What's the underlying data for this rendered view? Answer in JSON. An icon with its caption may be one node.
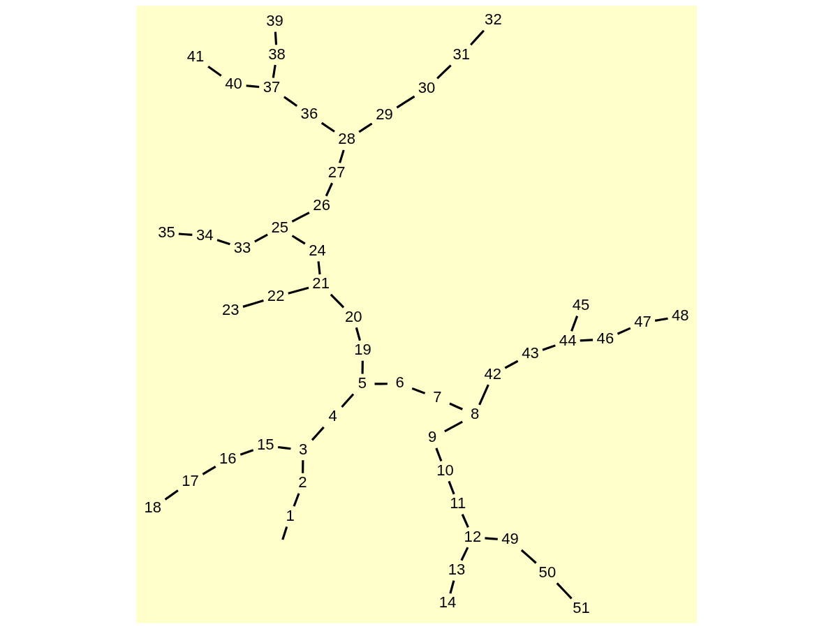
{
  "diagram": {
    "nodes": [
      {
        "text": [
          "1"
        ]
      },
      {
        "text": [
          "2"
        ]
      },
      {
        "text": [
          "3"
        ]
      },
      {
        "text": [
          "4"
        ]
      },
      {
        "text": [
          "5"
        ]
      },
      {
        "text": [
          "6"
        ]
      },
      {
        "text": [
          "7"
        ]
      },
      {
        "text": [
          "8"
        ]
      },
      {
        "text": [
          "9"
        ]
      },
      {
        "text": [
          "10"
        ]
      },
      {
        "text": [
          "11"
        ]
      },
      {
        "text": [
          "12"
        ]
      },
      {
        "text": [
          "13"
        ]
      },
      {
        "text": [
          "14"
        ]
      },
      {
        "text": [
          "15"
        ]
      },
      {
        "text": [
          "16"
        ]
      },
      {
        "text": [
          "17"
        ]
      },
      {
        "text": [
          "18"
        ]
      },
      {
        "text": [
          "19"
        ]
      },
      {
        "text": [
          "20"
        ]
      },
      {
        "text": [
          "21"
        ]
      },
      {
        "text": [
          "22"
        ]
      },
      {
        "text": [
          "23"
        ]
      },
      {
        "text": [
          "24"
        ]
      },
      {
        "text": [
          "25"
        ]
      },
      {
        "text": [
          "26"
        ]
      },
      {
        "text": [
          "27"
        ]
      },
      {
        "text": [
          "28"
        ]
      },
      {
        "text": [
          "29"
        ]
      },
      {
        "text": [
          "30"
        ]
      },
      {
        "text": [
          "31"
        ]
      },
      {
        "text": [
          "32"
        ]
      },
      {
        "text": [
          "33"
        ]
      },
      {
        "text": [
          "34"
        ]
      },
      {
        "text": [
          "35"
        ]
      },
      {
        "text": [
          "36"
        ]
      },
      {
        "text": [
          "37"
        ]
      },
      {
        "text": [
          "38"
        ]
      },
      {
        "text": [
          "39"
        ]
      },
      {
        "text": [
          "40"
        ]
      },
      {
        "text": [
          "41"
        ]
      },
      {
        "text": [
          "42"
        ]
      },
      {
        "text": [
          "43"
        ]
      },
      {
        "text": [
          "44"
        ]
      },
      {
        "text": [
          "45"
        ]
      },
      {
        "text": [
          "46"
        ]
      },
      {
        "text": [
          "47"
        ]
      },
      {
        "text": [
          "48"
        ]
      },
      {
        "text": [
          "49"
        ]
      },
      {
        "text": [
          "50"
        ]
      },
      {
        "text": [
          "51"
        ]
      }
    ],
    "edges": [
      {
        "from": null,
        "to": 0,
        "arrow": "none"
      },
      {
        "from": 0,
        "to": 1,
        "arrow": "none"
      },
      {
        "from": 1,
        "to": 2,
        "arrow": "none"
      },
      {
        "from": 2,
        "to": 3,
        "arrow": "none"
      },
      {
        "from": 3,
        "to": 4,
        "arrow": "none"
      },
      {
        "from": 4,
        "to": 5,
        "arrow": "none"
      },
      {
        "from": 5,
        "to": 6,
        "arrow": "none"
      },
      {
        "from": 6,
        "to": 7,
        "arrow": "none"
      },
      {
        "from": 7,
        "to": 8,
        "arrow": "none"
      },
      {
        "from": 8,
        "to": 9,
        "arrow": "none"
      },
      {
        "from": 9,
        "to": 10,
        "arrow": "none"
      },
      {
        "from": 10,
        "to": 11,
        "arrow": "none"
      },
      {
        "from": 11,
        "to": 12,
        "arrow": "none"
      },
      {
        "from": 12,
        "to": 13,
        "arrow": "none"
      },
      {
        "from": 2,
        "to": 14,
        "arrow": "none"
      },
      {
        "from": 14,
        "to": 15,
        "arrow": "none"
      },
      {
        "from": 15,
        "to": 16,
        "arrow": "none"
      },
      {
        "from": 16,
        "to": 17,
        "arrow": "none"
      },
      {
        "from": 4,
        "to": 18,
        "arrow": "none"
      },
      {
        "from": 18,
        "to": 19,
        "arrow": "none"
      },
      {
        "from": 19,
        "to": 20,
        "arrow": "none"
      },
      {
        "from": 20,
        "to": 21,
        "arrow": "none"
      },
      {
        "from": 21,
        "to": 22,
        "arrow": "none"
      },
      {
        "from": 20,
        "to": 23,
        "arrow": "none"
      },
      {
        "from": 23,
        "to": 24,
        "arrow": "none"
      },
      {
        "from": 24,
        "to": 25,
        "arrow": "none"
      },
      {
        "from": 25,
        "to": 26,
        "arrow": "none"
      },
      {
        "from": 26,
        "to": 27,
        "arrow": "none"
      },
      {
        "from": 27,
        "to": 28,
        "arrow": "none"
      },
      {
        "from": 28,
        "to": 29,
        "arrow": "none"
      },
      {
        "from": 29,
        "to": 30,
        "arrow": "none"
      },
      {
        "from": 30,
        "to": 31,
        "arrow": "none"
      },
      {
        "from": 24,
        "to": 32,
        "arrow": "none"
      },
      {
        "from": 32,
        "to": 33,
        "arrow": "none"
      },
      {
        "from": 33,
        "to": 34,
        "arrow": "none"
      },
      {
        "from": 27,
        "to": 35,
        "arrow": "none"
      },
      {
        "from": 35,
        "to": 36,
        "arrow": "none"
      },
      {
        "from": 36,
        "to": 37,
        "arrow": "none"
      },
      {
        "from": 37,
        "to": 38,
        "arrow": "none"
      },
      {
        "from": 36,
        "to": 39,
        "arrow": "none"
      },
      {
        "from": 39,
        "to": 40,
        "arrow": "none"
      },
      {
        "from": 7,
        "to": 41,
        "arrow": "none"
      },
      {
        "from": 41,
        "to": 42,
        "arrow": "none"
      },
      {
        "from": 42,
        "to": 43,
        "arrow": "none"
      },
      {
        "from": 43,
        "to": 44,
        "arrow": "none"
      },
      {
        "from": 43,
        "to": 45,
        "arrow": "none"
      },
      {
        "from": 45,
        "to": 46,
        "arrow": "none"
      },
      {
        "from": 46,
        "to": 47,
        "arrow": "none"
      },
      {
        "from": 11,
        "to": 48,
        "arrow": "none"
      },
      {
        "from": 48,
        "to": 49,
        "arrow": "none"
      },
      {
        "from": 49,
        "to": 50,
        "arrow": "none"
      }
    ]
  }
}
